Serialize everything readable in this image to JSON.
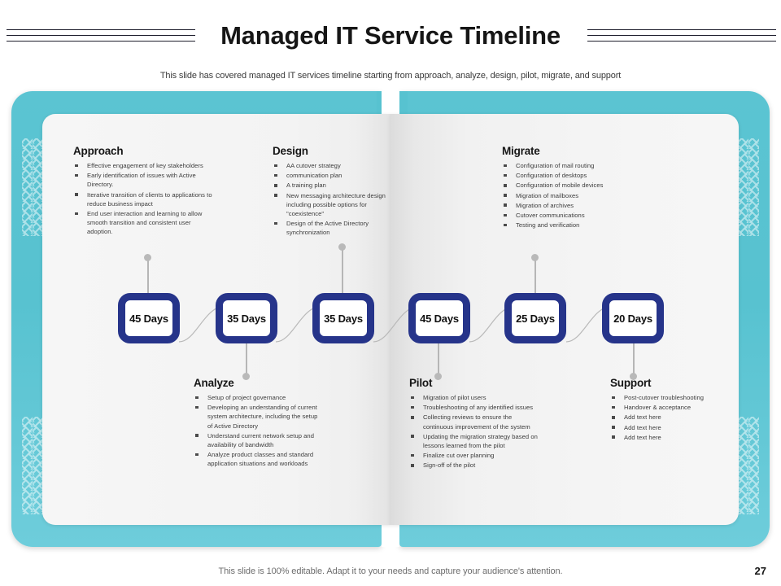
{
  "header": {
    "title": "Managed IT Service Timeline",
    "subtitle": "This slide has covered managed IT services timeline starting from approach, analyze, design, pilot, migrate, and support"
  },
  "theme": {
    "cover_teal": "#57c2d0",
    "box_navy": "#26348a",
    "arrow_teal": "#47c3cf",
    "page_gray": "#f4f4f4"
  },
  "milestones": [
    {
      "label": "45 Days",
      "phase": "Approach"
    },
    {
      "label": "35 Days",
      "phase": "Analyze"
    },
    {
      "label": "35 Days",
      "phase": "Design"
    },
    {
      "label": "45 Days",
      "phase": "Pilot"
    },
    {
      "label": "25 Days",
      "phase": "Migrate"
    },
    {
      "label": "20 Days",
      "phase": "Support"
    }
  ],
  "sections": {
    "approach": {
      "title": "Approach",
      "items": [
        "Effective engagement  of key stakeholders",
        "Early identification of issues with Active Directory.",
        "Iterative  transition of clients to applications to reduce business impact",
        "End user interaction  and learning to allow smooth transition and consistent user adoption."
      ]
    },
    "design": {
      "title": "Design",
      "items": [
        "AA cutover strategy",
        "communication plan",
        "A training plan",
        "New messaging architecture design including possible options for \"coexistence\"",
        "Design of the Active Directory synchronization"
      ]
    },
    "migrate": {
      "title": "Migrate",
      "items": [
        "Configuration of mail routing",
        "Configuration of desktops",
        "Configuration of mobile devices",
        "Migration of mailboxes",
        "Migration of archives",
        "Cutover communications",
        "Testing and verification"
      ]
    },
    "analyze": {
      "title": "Analyze",
      "items": [
        "Setup of project governance",
        "Developing an understanding of current system architecture, including the setup of Active Directory",
        "Understand current network setup and availability of bandwidth",
        "Analyze product classes and standard application situations and workloads"
      ]
    },
    "pilot": {
      "title": "Pilot",
      "items": [
        "Migration of pilot users",
        "Troubleshooting of any identified issues",
        "Collecting reviews to ensure the continuous improvement of the system",
        "Updating the migration strategy based on lessons learned from the pilot",
        "Finalize cut over planning",
        "Sign-off of the pilot"
      ]
    },
    "support": {
      "title": "Support",
      "items": [
        "Post-cutover troubleshooting",
        "Handover & acceptance",
        "Add text here",
        "Add text here",
        "Add text here"
      ]
    }
  },
  "footer": {
    "note": "This slide is 100% editable. Adapt it to your needs and capture your audience's attention.",
    "page_number": "27"
  }
}
